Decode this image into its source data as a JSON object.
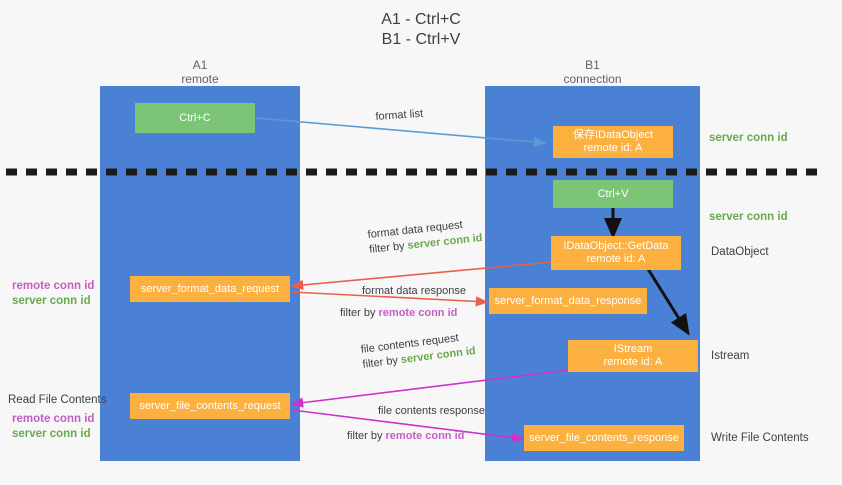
{
  "title": "A1 - Ctrl+C\nB1 - Ctrl+V",
  "columns": {
    "left": {
      "name": "A1",
      "role": "remote",
      "header": "A1\nremote"
    },
    "right": {
      "name": "B1",
      "role": "connection",
      "header": "B1\nconnection"
    }
  },
  "colors": {
    "lane": "#4a81d4",
    "green_box": "#7cc576",
    "orange_box": "#fbb040",
    "server_conn_id": "#6aa84f",
    "remote_conn_id": "#c45ec4",
    "arrow_blue": "#5b9bd5",
    "arrow_red": "#e8604c",
    "arrow_magenta": "#cc33cc",
    "arrow_black": "#000000",
    "background": "#f7f7f7"
  },
  "boxes": [
    {
      "id": "ctrl-c",
      "kind": "green",
      "text": "Ctrl+C"
    },
    {
      "id": "save-idataobject",
      "kind": "orange",
      "text": "保存IDataObject\nremote id: A"
    },
    {
      "id": "ctrl-v",
      "kind": "green",
      "text": "Ctrl+V"
    },
    {
      "id": "idataobject-getdata",
      "kind": "orange",
      "text": "IDataObject::GetData\nremote id: A"
    },
    {
      "id": "server-format-data-request",
      "kind": "orange",
      "text": "server_format_data_request"
    },
    {
      "id": "server-format-data-response",
      "kind": "orange",
      "text": "server_format_data_response"
    },
    {
      "id": "istream",
      "kind": "orange",
      "text": "IStream\nremote id: A"
    },
    {
      "id": "server-file-contents-request",
      "kind": "orange",
      "text": "server_file_contents_request"
    },
    {
      "id": "server-file-contents-response",
      "kind": "orange",
      "text": "server_file_contents_response"
    }
  ],
  "annotations": {
    "format_list": "format list",
    "format_data_request": {
      "line1": "format data request",
      "filter_prefix": "filter by ",
      "filter_value": "server conn id"
    },
    "format_data_response": {
      "line1": "format data response",
      "filter_prefix": "filter by ",
      "filter_value": "remote conn id"
    },
    "file_contents_request": {
      "line1": "file contents request",
      "filter_prefix": "filter by ",
      "filter_value": "server conn id"
    },
    "file_contents_response": {
      "line1": "file contents response",
      "filter_prefix": "filter by ",
      "filter_value": "remote conn id"
    }
  },
  "right_labels": {
    "server_conn_id_top": "server conn id",
    "server_conn_id_mid": "server conn id",
    "dataobject": "DataObject",
    "istream": "Istream",
    "write_file_contents": "Write File Contents"
  },
  "left_labels": {
    "remote_conn_id_upper": "remote conn id",
    "server_conn_id_upper": "server conn id",
    "read_file_contents": "Read File Contents",
    "remote_conn_id_lower": "remote conn id",
    "server_conn_id_lower": "server conn id"
  }
}
